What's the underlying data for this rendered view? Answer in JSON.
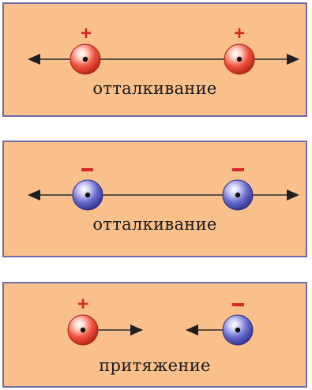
{
  "panels": [
    {
      "label": "отталкивание",
      "relation": "repulsion",
      "charges": [
        {
          "sign": "+",
          "kind": "positive"
        },
        {
          "sign": "+",
          "kind": "positive"
        }
      ]
    },
    {
      "label": "отталкивание",
      "relation": "repulsion",
      "charges": [
        {
          "sign": "–",
          "kind": "negative"
        },
        {
          "sign": "–",
          "kind": "negative"
        }
      ]
    },
    {
      "label": "притяжение",
      "relation": "attraction",
      "charges": [
        {
          "sign": "+",
          "kind": "positive"
        },
        {
          "sign": "–",
          "kind": "negative"
        }
      ]
    }
  ],
  "colors": {
    "panel_bg": "#f9c08c",
    "panel_border": "#6f6aa6",
    "positive": "#e0362b",
    "negative": "#5558b8",
    "sign": "#d8262a"
  }
}
